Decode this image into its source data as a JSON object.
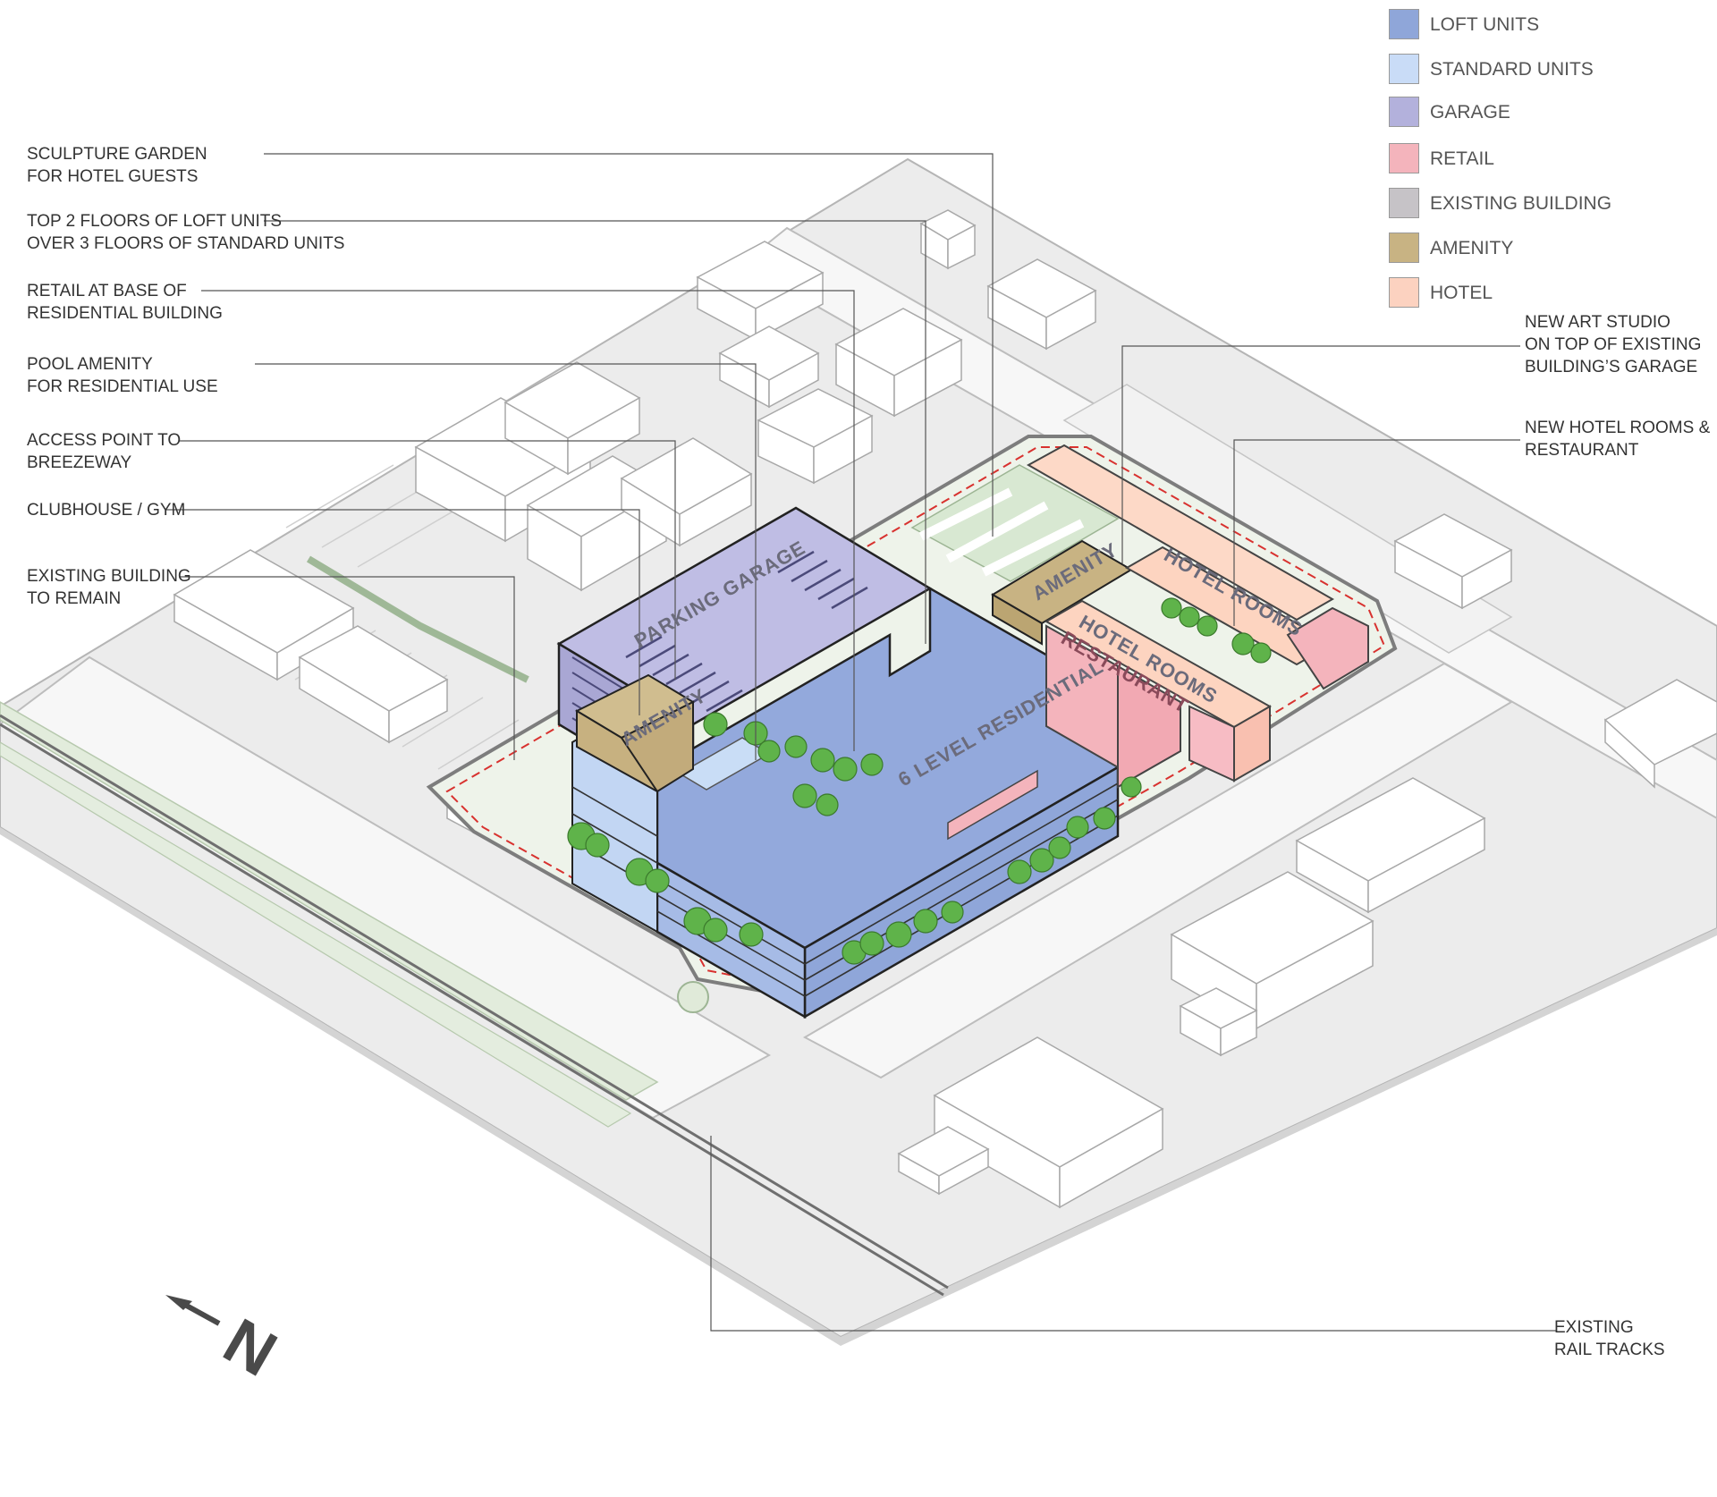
{
  "legend": [
    {
      "label": "LOFT UNITS",
      "color": "#8fa6d9"
    },
    {
      "label": "STANDARD UNITS",
      "color": "#c9dcf7"
    },
    {
      "label": "GARAGE",
      "color": "#b3b1dc"
    },
    {
      "label": "RETAIL",
      "color": "#f4b4bc"
    },
    {
      "label": "EXISTING BUILDING",
      "color": "#c6c3c7"
    },
    {
      "label": "AMENITY",
      "color": "#c8b383"
    },
    {
      "label": "HOTEL",
      "color": "#fcd2c0"
    }
  ],
  "callouts_left": [
    {
      "line1": "SCULPTURE GARDEN",
      "line2": "FOR HOTEL GUESTS"
    },
    {
      "line1": "TOP 2 FLOORS OF LOFT UNITS",
      "line2": "OVER 3 FLOORS OF STANDARD UNITS"
    },
    {
      "line1": "RETAIL AT BASE OF",
      "line2": "RESIDENTIAL BUILDING"
    },
    {
      "line1": "POOL  AMENITY",
      "line2": "FOR RESIDENTIAL USE"
    },
    {
      "line1": "ACCESS POINT TO",
      "line2": "BREEZEWAY"
    },
    {
      "line1": "CLUBHOUSE / GYM",
      "line2": ""
    },
    {
      "line1": "EXISTING BUILDING",
      "line2": "TO REMAIN"
    }
  ],
  "callouts_right": [
    {
      "line1": "NEW ART STUDIO",
      "line2": "ON TOP OF EXISTING",
      "line3": "BUILDING’S GARAGE"
    },
    {
      "line1": "NEW HOTEL ROOMS &",
      "line2": "RESTAURANT",
      "line3": ""
    },
    {
      "line1": "EXISTING",
      "line2": "RAIL TRACKS",
      "line3": ""
    }
  ],
  "building_labels": {
    "parking_garage": "PARKING GARAGE",
    "amenity_west": "AMENITY",
    "residential": "6 LEVEL RESIDENTIAL",
    "amenity_east": "AMENITY",
    "hotel_rooms_north": "HOTEL ROOMS",
    "hotel_rooms_south": "HOTEL ROOMS",
    "restaurant": "RESTAURANT"
  },
  "north_arrow": {
    "letter": "N",
    "icon": "north-arrow-icon"
  }
}
